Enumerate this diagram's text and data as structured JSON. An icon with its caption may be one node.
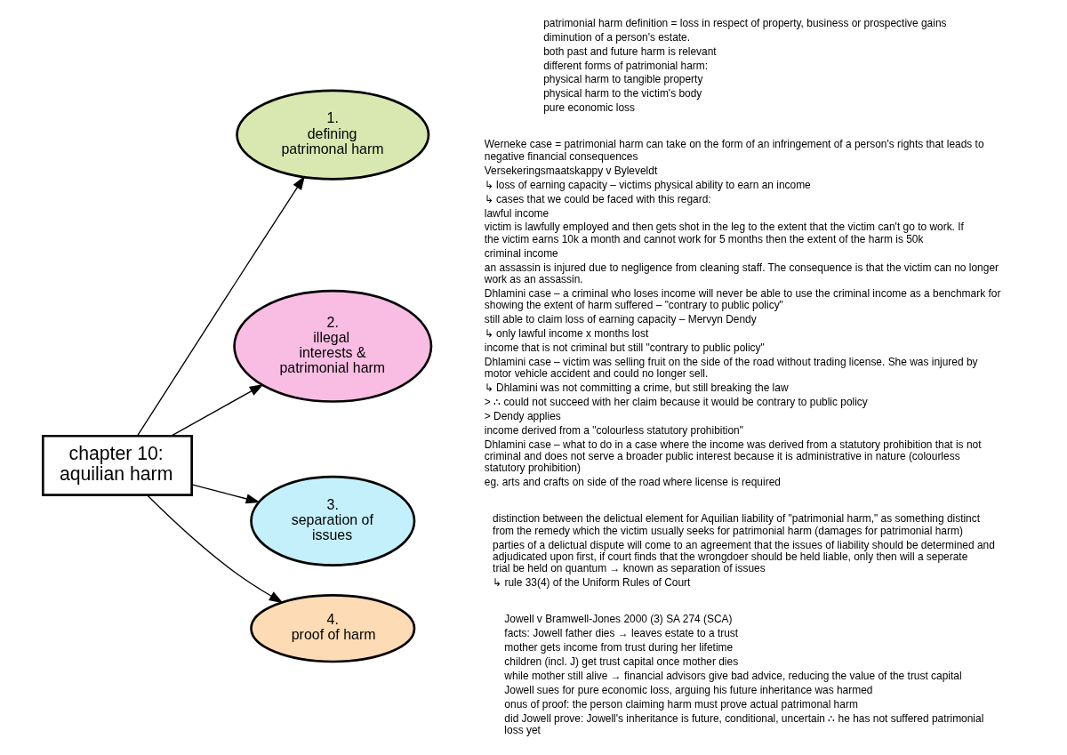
{
  "diagram": {
    "nodes": [
      {
        "text": [
          "chapter 10: aquilian harm"
        ]
      },
      {
        "text": [
          "1.",
          "defining patrimonal harm"
        ],
        "beside": [
          "patrimonial harm definition = loss in respect of property, business or prospective gains",
          "diminution of a person's estate.",
          "both past and future harm is relevant",
          "different forms of patrimonial harm:",
          "physical harm to tangible property",
          "physical harm to the victim's body",
          "pure economic loss"
        ]
      },
      {
        "text": [
          "2.",
          "illegal interests & patrimonial harm"
        ],
        "beside": [
          "Werneke case = patrimonial harm can take on the form of an infringement of a person's rights that leads to negative financial consequences",
          "Versekeringsmaatskappy v Byleveldt",
          "↳ loss of earning capacity – victims physical ability to earn an income",
          "↳ cases that we could be faced with this regard:",
          "lawful income",
          "victim is lawfully employed and then gets shot in the leg to the extent that the victim can't go to work. If the victim earns 10k a month and cannot work for 5 months then the extent of the harm is 50k",
          "criminal income",
          "an assassin is injured due to negligence from cleaning staff. The consequence is that the victim can no longer work as an assassin.",
          "Dhlamini case – a criminal who loses income will never be able to use the criminal income as a benchmark for showing the extent of harm suffered – \"contrary to public policy\"",
          "still able to claim loss of earning capacity – Mervyn Dendy",
          "↳ only lawful income x months lost",
          "income that is not criminal but still \"contrary to public policy\"",
          "Dhlamini case – victim was selling fruit on the side of the road without trading license. She was injured by motor vehicle accident and could no longer sell.",
          "↳ Dhlamini was not committing a crime, but still breaking the law",
          "> ∴ could not succeed with her claim because it would be contrary to public policy",
          "> Dendy applies",
          "income derived from a \"colourless statutory prohibition\"",
          "Dhlamini case – what to do in a case where the income was derived from a statutory prohibition that is not criminal and does not serve a broader public interest because it is administrative in nature (colourless statutory prohibition)",
          "eg. arts and crafts on side of the road where license is required"
        ]
      },
      {
        "text": [
          "3.",
          "separation of issues"
        ],
        "beside": [
          "distinction between the delictual element for Aquilian liability of \"patrimonial harm,\" as something distinct from the remedy which the victim usually seeks for patrimonial harm (damages for patrimonial harm)",
          "parties of a delictual dispute will come to an agreement that the issues of liability should be determined and adjudicated upon first, if court finds that the wrongdoer should be held liable, only then will a seperate trial be held on quantum → known as separation of issues",
          "↳ rule 33(4) of the Uniform Rules of Court"
        ]
      },
      {
        "text": [
          "4.",
          "proof of harm"
        ],
        "beside": [
          "Jowell v Bramwell-Jones 2000 (3) SA 274 (SCA)",
          "facts: Jowell father dies → leaves estate to a trust",
          "mother gets income from trust during her lifetime",
          "children (incl. J) get trust capital once mother dies",
          "while mother still alive → financial advisors give bad advice, reducing the value of the trust capital",
          "Jowell sues for pure economic loss, arguing his future inheritance was harmed",
          "onus of proof: the person claiming harm must prove actual patrimonal harm",
          "did Jowell prove: Jowell's inheritance is future, conditional, uncertain ∴ he has not suffered patrimonial loss yet"
        ]
      }
    ],
    "edges": [
      {
        "from": 0,
        "to": 1,
        "arrow": "to"
      },
      {
        "from": 0,
        "to": 2,
        "arrow": "to"
      },
      {
        "from": 0,
        "to": 3,
        "arrow": "to"
      },
      {
        "from": 0,
        "to": 4,
        "arrow": "to"
      }
    ]
  }
}
